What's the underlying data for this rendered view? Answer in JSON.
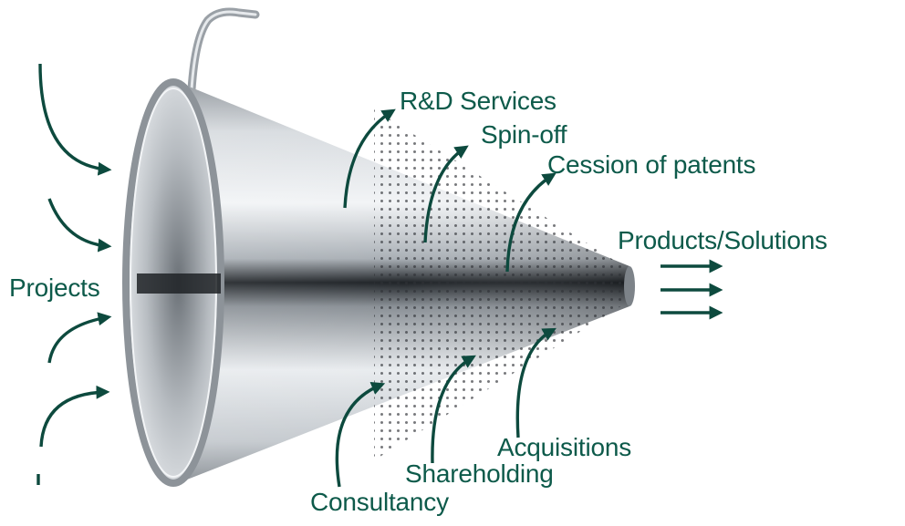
{
  "inputs": {
    "label": "Projects"
  },
  "outputs": {
    "rd_services": "R&D Services",
    "spin_off": "Spin-off",
    "cession_of_patents": "Cession of patents",
    "products_solutions": "Products/Solutions",
    "acquisitions": "Acquisitions",
    "shareholding": "Shareholding",
    "consultancy": "Consultancy"
  },
  "colors": {
    "text": "#0d5a4a",
    "arrow": "#0d4a3e",
    "steel_light": "#f1f3f5",
    "steel_mid": "#b9bfc5",
    "steel_dark": "#2a2e33"
  },
  "icons": {
    "funnel": "conical-strainer-icon",
    "arrow": "arrow-icon"
  }
}
